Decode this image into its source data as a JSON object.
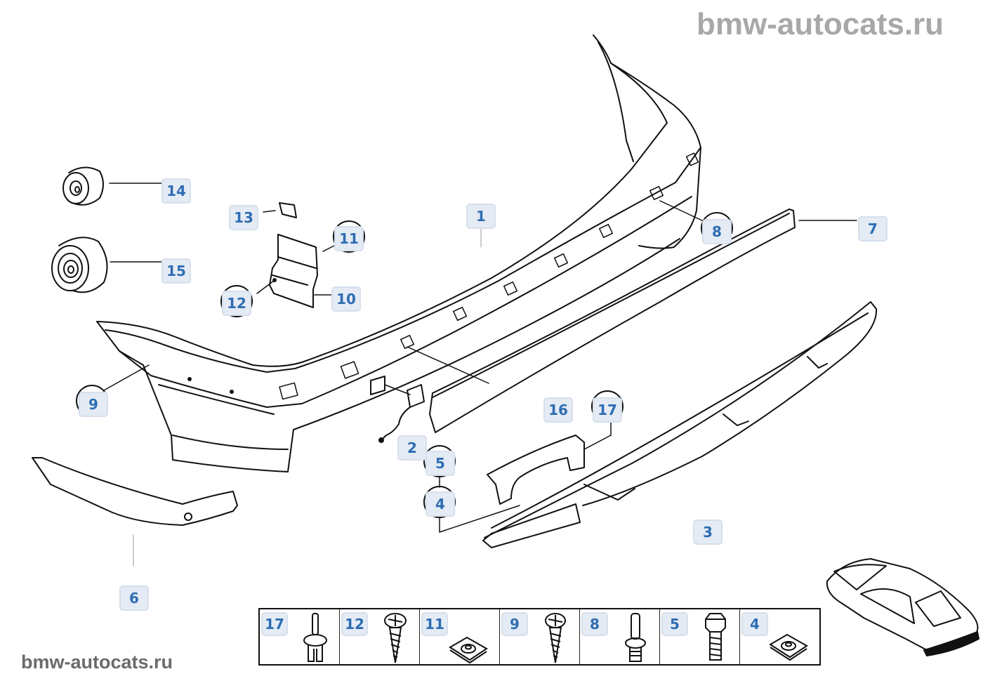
{
  "watermarks": {
    "top": "bmw-autocats.ru",
    "bottom": "bmw-autocats.ru"
  },
  "colors": {
    "label_bg": "#e4ebf4",
    "label_border": "#d6e0ec",
    "label_text": "#2f6db3",
    "line": "#111111",
    "watermark_top": "#a8a8a8",
    "watermark_bottom": "#6b6b6b"
  },
  "callouts": [
    {
      "id": "1",
      "part": "bumper-cover",
      "circled": false
    },
    {
      "id": "2",
      "part": "wiring-connector",
      "circled": false
    },
    {
      "id": "3",
      "part": "bumper-support",
      "circled": false
    },
    {
      "id": "4",
      "part": "clip-nut",
      "circled": true
    },
    {
      "id": "5",
      "part": "hex-bolt",
      "circled": true
    },
    {
      "id": "6",
      "part": "side-trim",
      "circled": false
    },
    {
      "id": "7",
      "part": "trim-strip",
      "circled": false
    },
    {
      "id": "8",
      "part": "stud-pin",
      "circled": true
    },
    {
      "id": "9",
      "part": "self-tapping-screw",
      "circled": true
    },
    {
      "id": "10",
      "part": "bracket",
      "circled": false
    },
    {
      "id": "11",
      "part": "clip-nut",
      "circled": true
    },
    {
      "id": "12",
      "part": "screw",
      "circled": true
    },
    {
      "id": "13",
      "part": "cap",
      "circled": false
    },
    {
      "id": "14",
      "part": "buffer-small",
      "circled": false
    },
    {
      "id": "15",
      "part": "buffer-large",
      "circled": false
    },
    {
      "id": "16",
      "part": "mounting-bracket",
      "circled": false
    },
    {
      "id": "17",
      "part": "expanding-rivet",
      "circled": true
    }
  ],
  "hardware_strip": [
    {
      "id": "17",
      "icon": "expanding-rivet-icon"
    },
    {
      "id": "12",
      "icon": "pan-head-screw-icon"
    },
    {
      "id": "11",
      "icon": "clip-nut-icon"
    },
    {
      "id": "9",
      "icon": "tapping-screw-icon"
    },
    {
      "id": "8",
      "icon": "stud-pin-icon"
    },
    {
      "id": "5",
      "icon": "hex-bolt-icon"
    },
    {
      "id": "4",
      "icon": "clip-nut-icon"
    }
  ],
  "overview_icon": "car-overview-icon"
}
